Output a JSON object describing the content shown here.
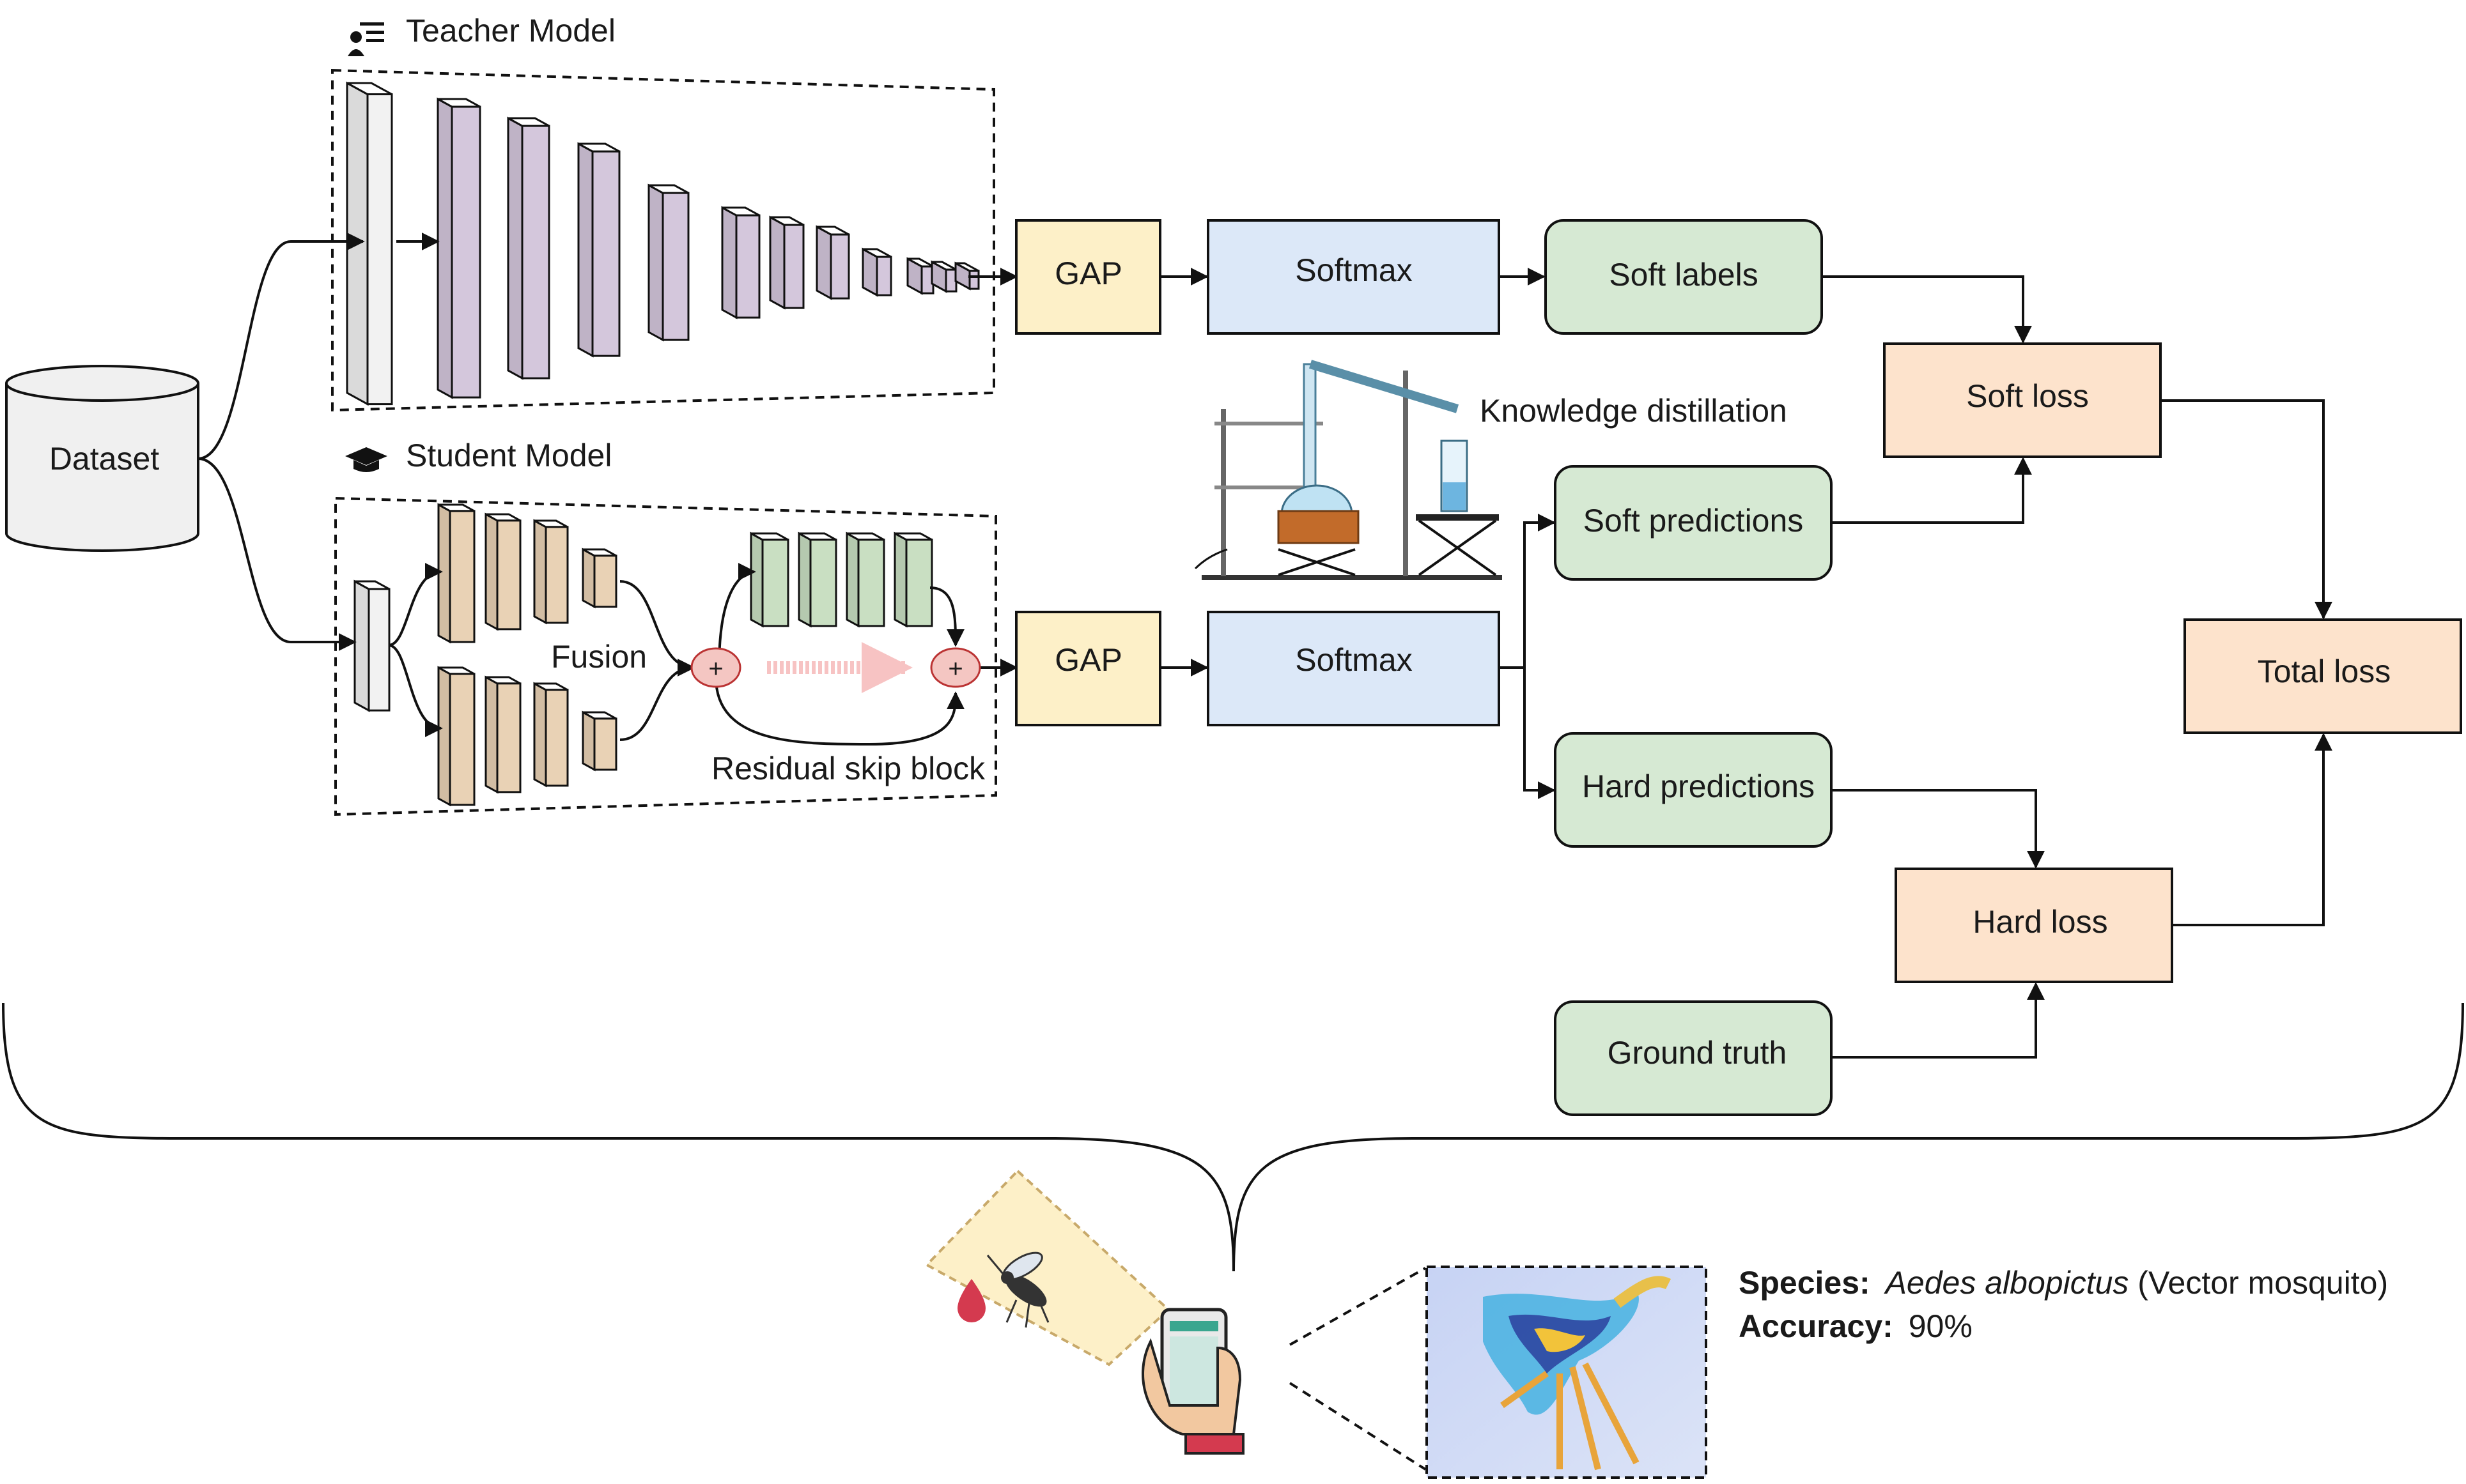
{
  "teacher": {
    "title": "Teacher Model"
  },
  "student": {
    "title": "Student Model",
    "fusion_label": "Fusion",
    "residual_label": "Residual skip block"
  },
  "dataset": {
    "label": "Dataset"
  },
  "nodes": {
    "gap_teacher": "GAP",
    "softmax_teacher": "Softmax",
    "gap_student": "GAP",
    "softmax_student": "Softmax",
    "soft_labels": "Soft labels",
    "soft_predictions": "Soft predictions",
    "hard_predictions": "Hard predictions",
    "ground_truth": "Ground truth",
    "soft_loss": "Soft loss",
    "hard_loss": "Hard loss",
    "total_loss": "Total loss"
  },
  "kd": {
    "label": "Knowledge distillation"
  },
  "result": {
    "species_key": "Species:",
    "species_name": "Aedes albopictus",
    "species_note": "(Vector mosquito)",
    "accuracy_key": "Accuracy:",
    "accuracy_value": "90%"
  },
  "icons": [
    "teacher-icon",
    "graduation-cap-icon",
    "lab-apparatus-icon",
    "smartphone-hand-icon",
    "blood-drop-icon",
    "mosquito-icon"
  ],
  "colors": {
    "gap_fill": "#fdf0c8",
    "softmax_fill": "#dce8f8",
    "green_fill": "#d6e9d3",
    "loss_fill": "#fde3cc",
    "teacher_layer": "#d4c7dc",
    "student_layer": "#e9d2b5",
    "residual_layer": "#c9dfc2",
    "plus_fill": "#f4c6c2"
  }
}
